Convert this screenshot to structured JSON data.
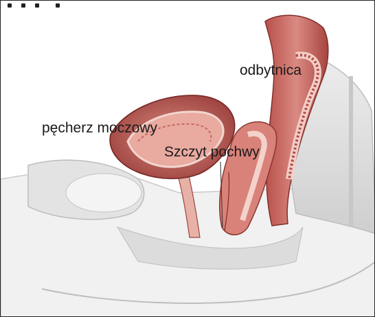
{
  "labels": {
    "rectum": "odbytnica",
    "bladder": "pęcherz moczowy",
    "vaginal_vault": "Szczyt pochwy"
  },
  "icons": {
    "illustration": "anatomy-pelvis-illustration"
  },
  "colors": {
    "tissue_dark": "#9c3f3c",
    "tissue_mid": "#c9706a",
    "tissue_light": "#e9a9a0",
    "bone_gray": "#d9d9d9",
    "label_text": "#1a1a1a"
  }
}
